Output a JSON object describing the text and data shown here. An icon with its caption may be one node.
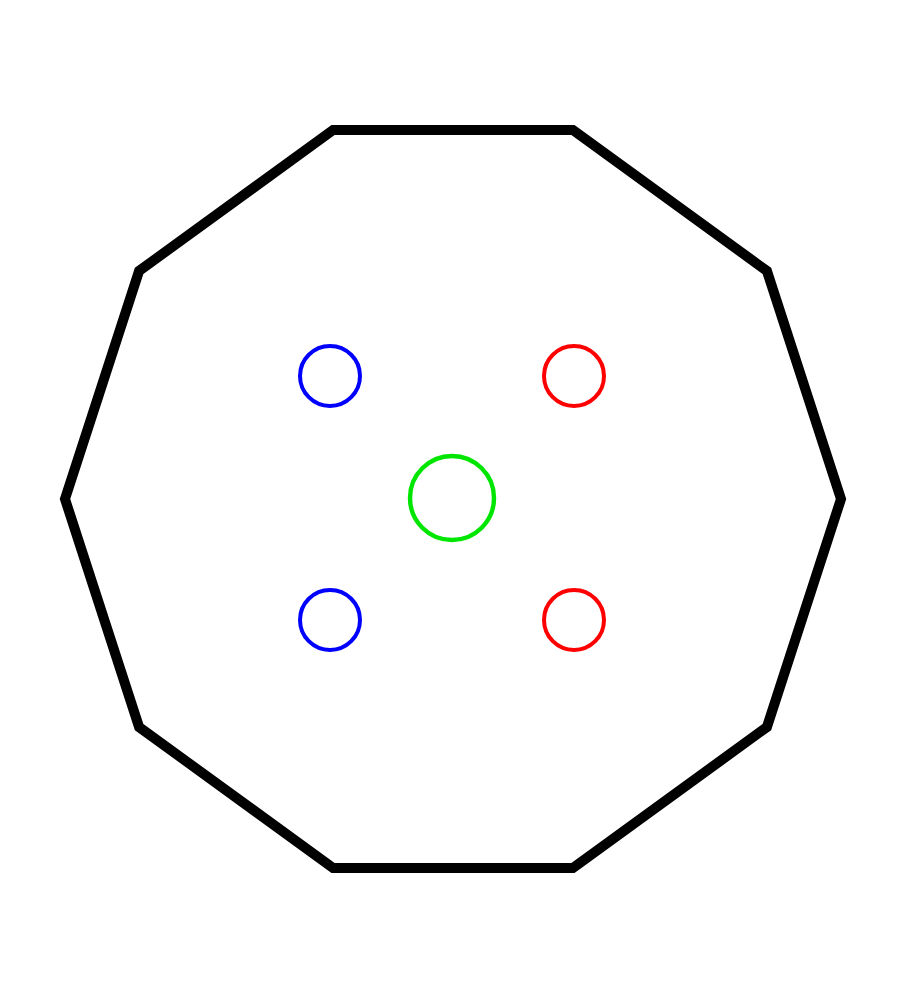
{
  "diagram": {
    "nodes": [
      {
        "text": [],
        "shape": "polygon"
      },
      {
        "text": [],
        "shape": "circle",
        "in": 0
      },
      {
        "text": [],
        "shape": "circle",
        "in": 0
      },
      {
        "text": [],
        "shape": "circle",
        "in": 0
      },
      {
        "text": [],
        "shape": "circle",
        "in": 0
      },
      {
        "text": [],
        "shape": "circle",
        "in": 0
      }
    ]
  }
}
